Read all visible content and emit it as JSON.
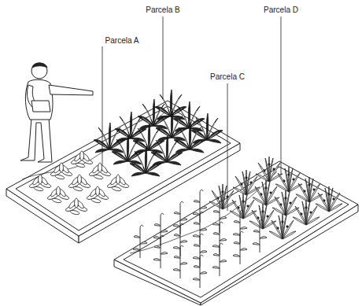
{
  "diagram": {
    "labels": [
      "Parcela A",
      "Parcela B",
      "Parcela C",
      "Parcela D"
    ]
  }
}
